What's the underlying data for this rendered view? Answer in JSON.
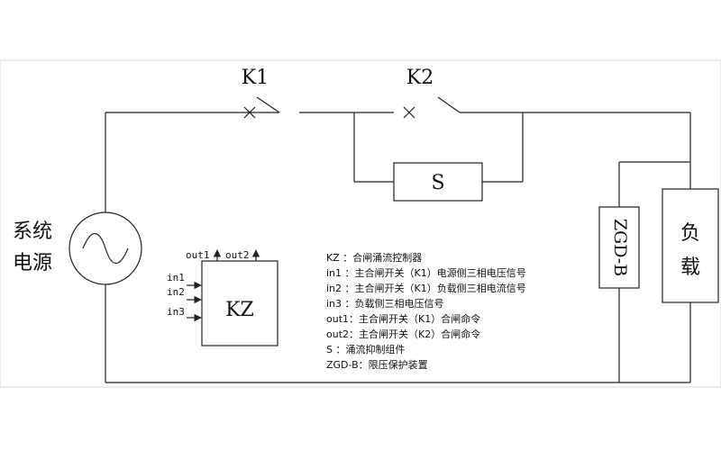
{
  "power_source": {
    "line1": "系统",
    "line2": "电源"
  },
  "switches": {
    "k1": "K1",
    "k2": "K2"
  },
  "suppressor": {
    "label": "S"
  },
  "zgd": {
    "label": "ZGD-B"
  },
  "load": {
    "line1": "负",
    "line2": "载"
  },
  "controller": {
    "label": "KZ",
    "inputs": [
      "in1",
      "in2",
      "in3"
    ],
    "outputs": [
      "out1",
      "out2"
    ]
  },
  "legend": [
    "KZ  ：合闸涌流控制器",
    "in1 ：主合闸开关（K1）电源侧三相电压信号",
    "in2 ：主合闸开关（K1）负载侧三相电流信号",
    "in3 ：负载侧三相电压信号",
    "out1：主合闸开关（K1）合闸命令",
    "out2：主合闸开关（K2）合闸命令",
    "S   ：涌流抑制组件",
    "ZGD-B：限压保护装置"
  ]
}
